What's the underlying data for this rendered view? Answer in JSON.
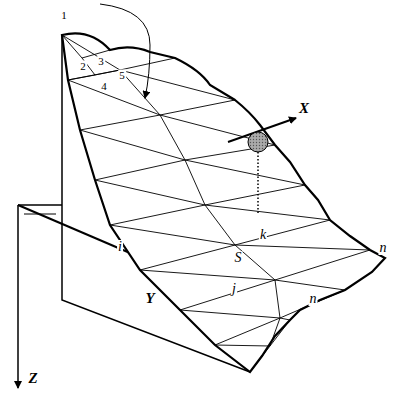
{
  "diagram": {
    "labels": [
      "1",
      "2",
      "3",
      "4",
      "5",
      "X",
      "Y",
      "Z",
      "i",
      "S",
      "k",
      "j",
      "n",
      "n"
    ]
  }
}
